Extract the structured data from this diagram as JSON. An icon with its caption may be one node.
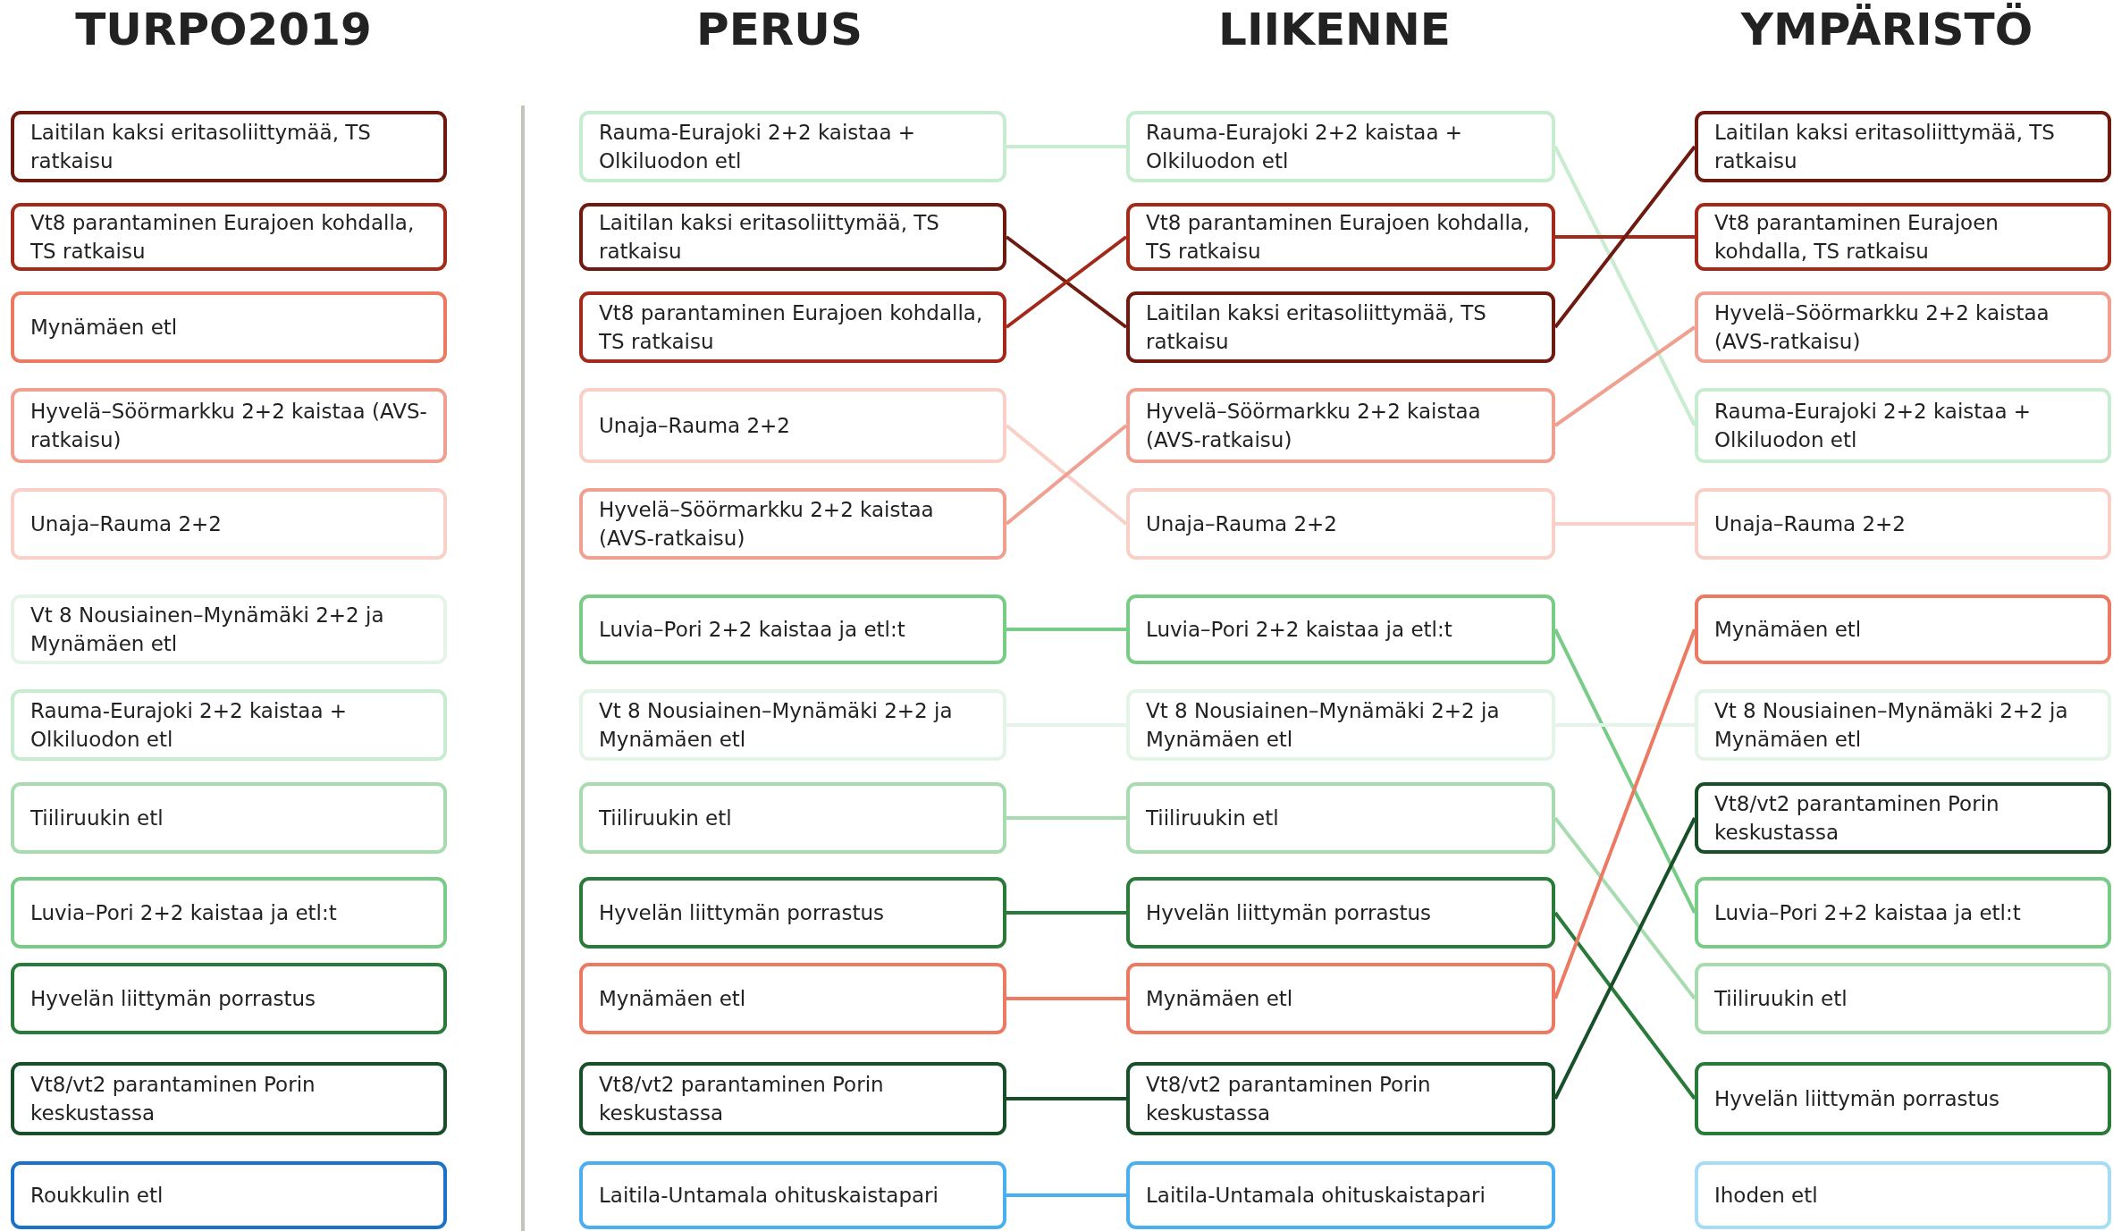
{
  "diagram": {
    "nodes": [
      {
        "text": [
          "Laitilan kaksi eritasoliittymää, TS ratkaisu"
        ]
      },
      {
        "text": [
          "Vt8 parantaminen Eurajoen kohdalla, TS ratkaisu"
        ]
      },
      {
        "text": [
          "Mynämäen etl"
        ]
      },
      {
        "text": [
          "Hyvelä–Söörmarkku 2+2 kaistaa (AVS-ratkaisu)"
        ]
      },
      {
        "text": [
          "Unaja–Rauma 2+2"
        ]
      },
      {
        "text": [
          "Vt 8 Nousiainen–Mynämäki 2+2 ja Mynämäen etl"
        ]
      },
      {
        "text": [
          "Rauma-Eurajoki 2+2 kaistaa + Olkiluodon etl"
        ]
      },
      {
        "text": [
          "Tiiliruukin etl"
        ]
      },
      {
        "text": [
          "Luvia–Pori 2+2 kaistaa ja etl:t"
        ]
      },
      {
        "text": [
          "Hyvelän liittymän porrastus"
        ]
      },
      {
        "text": [
          "Vt8/vt2 parantaminen Porin keskustassa"
        ]
      },
      {
        "text": [
          "Roukkulin etl"
        ]
      },
      {
        "text": [
          "Rauma-Eurajoki 2+2 kaistaa + Olkiluodon etl"
        ]
      },
      {
        "text": [
          "Laitilan kaksi eritasoliittymää, TS ratkaisu"
        ]
      },
      {
        "text": [
          "Vt8 parantaminen Eurajoen kohdalla, TS ratkaisu"
        ]
      },
      {
        "text": [
          "Unaja–Rauma 2+2"
        ]
      },
      {
        "text": [
          "Hyvelä–Söörmarkku 2+2 kaistaa (AVS-ratkaisu)"
        ]
      },
      {
        "text": [
          "Luvia–Pori 2+2 kaistaa ja etl:t"
        ]
      },
      {
        "text": [
          "Vt 8 Nousiainen–Mynämäki 2+2 ja Mynämäen etl"
        ]
      },
      {
        "text": [
          "Tiiliruukin etl"
        ]
      },
      {
        "text": [
          "Hyvelän liittymän porrastus"
        ]
      },
      {
        "text": [
          "Mynämäen etl"
        ]
      },
      {
        "text": [
          "Vt8/vt2 parantaminen Porin keskustassa"
        ]
      },
      {
        "text": [
          "Laitila-Untamala ohituskaistapari"
        ]
      },
      {
        "text": [
          "Rauma-Eurajoki 2+2 kaistaa + Olkiluodon etl"
        ]
      },
      {
        "text": [
          "Vt8 parantaminen Eurajoen kohdalla, TS ratkaisu"
        ]
      },
      {
        "text": [
          "Laitilan kaksi eritasoliittymää, TS ratkaisu"
        ]
      },
      {
        "text": [
          "Hyvelä–Söörmarkku 2+2 kaistaa (AVS-ratkaisu)"
        ]
      },
      {
        "text": [
          "Unaja–Rauma 2+2"
        ]
      },
      {
        "text": [
          "Luvia–Pori 2+2 kaistaa ja etl:t"
        ]
      },
      {
        "text": [
          "Vt 8 Nousiainen–Mynämäki 2+2 ja Mynämäen etl"
        ]
      },
      {
        "text": [
          "Tiiliruukin etl"
        ]
      },
      {
        "text": [
          "Hyvelän liittymän porrastus"
        ]
      },
      {
        "text": [
          "Mynämäen etl"
        ]
      },
      {
        "text": [
          "Vt8/vt2 parantaminen Porin keskustassa"
        ]
      },
      {
        "text": [
          "Laitila-Untamala ohituskaistapari"
        ]
      },
      {
        "text": [
          "Laitilan kaksi eritasoliittymää, TS ratkaisu"
        ]
      },
      {
        "text": [
          "Vt8 parantaminen Eurajoen kohdalla, TS ratkaisu"
        ]
      },
      {
        "text": [
          "Hyvelä–Söörmarkku 2+2 kaistaa (AVS-ratkaisu)"
        ]
      },
      {
        "text": [
          "Rauma-Eurajoki 2+2 kaistaa + Olkiluodon etl"
        ]
      },
      {
        "text": [
          "Unaja–Rauma 2+2"
        ]
      },
      {
        "text": [
          "Mynämäen etl"
        ]
      },
      {
        "text": [
          "Vt 8 Nousiainen–Mynämäki 2+2 ja Mynämäen etl"
        ]
      },
      {
        "text": [
          "Vt8/vt2 parantaminen Porin keskustassa"
        ]
      },
      {
        "text": [
          "Luvia–Pori 2+2 kaistaa ja etl:t"
        ]
      },
      {
        "text": [
          "Tiiliruukin etl"
        ]
      },
      {
        "text": [
          "Hyvelän liittymän porrastus"
        ]
      },
      {
        "text": [
          "Ihoden etl"
        ]
      }
    ],
    "edges": [
      {
        "from": 12,
        "to": 24,
        "arrow": "none",
        "color": "#c8ecd0"
      },
      {
        "from": 13,
        "to": 26,
        "arrow": "none",
        "color": "#6e1a10"
      },
      {
        "from": 14,
        "to": 25,
        "arrow": "none",
        "color": "#a3291b"
      },
      {
        "from": 15,
        "to": 28,
        "arrow": "none",
        "color": "#f8d0c8"
      },
      {
        "from": 16,
        "to": 27,
        "arrow": "none",
        "color": "#f0a090"
      },
      {
        "from": 17,
        "to": 29,
        "arrow": "none",
        "color": "#78cc88"
      },
      {
        "from": 18,
        "to": 30,
        "arrow": "none",
        "color": "#e4f4e6"
      },
      {
        "from": 19,
        "to": 31,
        "arrow": "none",
        "color": "#a8dcb0"
      },
      {
        "from": 20,
        "to": 32,
        "arrow": "none",
        "color": "#2a7a3a"
      },
      {
        "from": 21,
        "to": 33,
        "arrow": "none",
        "color": "#ec7a63"
      },
      {
        "from": 22,
        "to": 34,
        "arrow": "none",
        "color": "#184f28"
      },
      {
        "from": 23,
        "to": 35,
        "arrow": "none",
        "color": "#4aaff0"
      },
      {
        "from": 24,
        "to": 39,
        "arrow": "none",
        "color": "#c8ecd0"
      },
      {
        "from": 25,
        "to": 37,
        "arrow": "none",
        "color": "#a3291b"
      },
      {
        "from": 26,
        "to": 36,
        "arrow": "none",
        "color": "#6e1a10"
      },
      {
        "from": 27,
        "to": 38,
        "arrow": "none",
        "color": "#f0a090"
      },
      {
        "from": 28,
        "to": 40,
        "arrow": "none",
        "color": "#f8d0c8"
      },
      {
        "from": 29,
        "to": 44,
        "arrow": "none",
        "color": "#78cc88"
      },
      {
        "from": 30,
        "to": 42,
        "arrow": "none",
        "color": "#e4f4e6"
      },
      {
        "from": 31,
        "to": 45,
        "arrow": "none",
        "color": "#a8dcb0"
      },
      {
        "from": 32,
        "to": 46,
        "arrow": "none",
        "color": "#2a7a3a"
      },
      {
        "from": 33,
        "to": 41,
        "arrow": "none",
        "color": "#ec7a63"
      },
      {
        "from": 34,
        "to": 43,
        "arrow": "none",
        "color": "#184f28"
      }
    ],
    "labels": [
      "TURPO2019",
      "PERUS",
      "LIIKENNE",
      "YMPÄRISTÖ"
    ]
  }
}
